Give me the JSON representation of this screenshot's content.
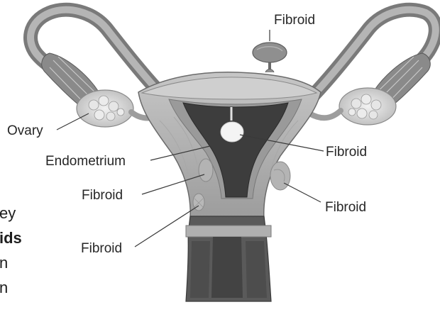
{
  "labels": {
    "fibroid_top": "Fibroid",
    "ovary": "Ovary",
    "endometrium": "Endometrium",
    "fibroid_left_mid": "Fibroid",
    "fibroid_left_low": "Fibroid",
    "fibroid_right_upper": "Fibroid",
    "fibroid_right_lower": "Fibroid"
  },
  "side_text": {
    "line1": "ey",
    "line2": "ids",
    "line3": "n",
    "line4": "n"
  },
  "colors": {
    "tissue_light": "#bdbdbd",
    "tissue_mid": "#8f8f8f",
    "tissue_dark": "#4a4a4a",
    "cavity": "#3c3c3c",
    "ovary": "#dcdcdc",
    "fibroid_white": "#f4f4f4"
  }
}
